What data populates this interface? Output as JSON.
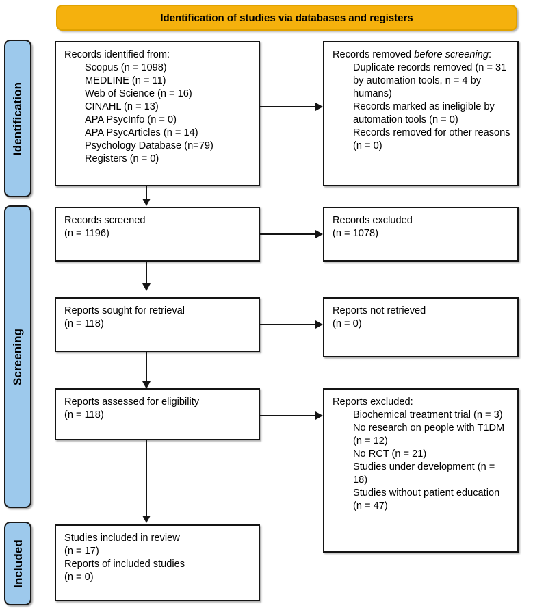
{
  "header": {
    "title": "Identification of studies via databases and registers",
    "background_color": "#F5B10D"
  },
  "stages": [
    {
      "label": "Identification"
    },
    {
      "label": "Screening"
    },
    {
      "label": "Included"
    }
  ],
  "stage_bar_color": "#9DC9EC",
  "boxes": {
    "records_identified": {
      "lines": [
        {
          "text": "Records identified from:",
          "indent": false
        },
        {
          "text": "Scopus (n = 1098)",
          "indent": true
        },
        {
          "text": "MEDLINE (n = 11)",
          "indent": true
        },
        {
          "text": "Web of Science (n = 16)",
          "indent": true
        },
        {
          "text": "CINAHL (n = 13)",
          "indent": true
        },
        {
          "text": "APA PsycInfo (n = 0)",
          "indent": true
        },
        {
          "text": "APA PsycArticles (n = 14)",
          "indent": true
        },
        {
          "text": "Psychology Database (n=79)",
          "indent": true
        },
        {
          "text": "Registers (n = 0)",
          "indent": true
        }
      ]
    },
    "records_removed": {
      "heading_plain": "Records removed ",
      "heading_italic": "before screening",
      "heading_suffix": ":",
      "lines": [
        {
          "text": "Duplicate records removed (n = 31 by automation tools, n = 4 by humans)",
          "indent": true
        },
        {
          "text": "Records marked as ineligible by automation tools (n = 0)",
          "indent": true
        },
        {
          "text": "Records removed for other reasons (n = 0)",
          "indent": true
        }
      ]
    },
    "records_screened": {
      "lines": [
        {
          "text": "Records screened",
          "indent": false
        },
        {
          "text": "(n = 1196)",
          "indent": false
        }
      ]
    },
    "records_excluded": {
      "lines": [
        {
          "text": "Records excluded",
          "indent": false
        },
        {
          "text": "(n = 1078)",
          "indent": false
        }
      ]
    },
    "reports_sought": {
      "lines": [
        {
          "text": "Reports sought for retrieval",
          "indent": false
        },
        {
          "text": "(n = 118)",
          "indent": false
        }
      ]
    },
    "reports_not_retrieved": {
      "lines": [
        {
          "text": "Reports not retrieved",
          "indent": false
        },
        {
          "text": "(n = 0)",
          "indent": false
        }
      ]
    },
    "reports_assessed": {
      "lines": [
        {
          "text": "Reports assessed for eligibility",
          "indent": false
        },
        {
          "text": "(n = 118)",
          "indent": false
        }
      ]
    },
    "reports_excluded": {
      "lines": [
        {
          "text": "Reports excluded:",
          "indent": false
        },
        {
          "text": "Biochemical treatment trial (n = 3)",
          "indent": true
        },
        {
          "text": "No research on people with T1DM (n = 12)",
          "indent": true
        },
        {
          "text": "No RCT (n = 21)",
          "indent": true
        },
        {
          "text": "Studies under development (n = 18)",
          "indent": true
        },
        {
          "text": "Studies without patient education (n = 47)",
          "indent": true
        }
      ]
    },
    "studies_included": {
      "lines": [
        {
          "text": "Studies included in review",
          "indent": false
        },
        {
          "text": "(n = 17)",
          "indent": false
        },
        {
          "text": "Reports of included studies",
          "indent": false
        },
        {
          "text": "(n = 0)",
          "indent": false
        }
      ]
    }
  }
}
